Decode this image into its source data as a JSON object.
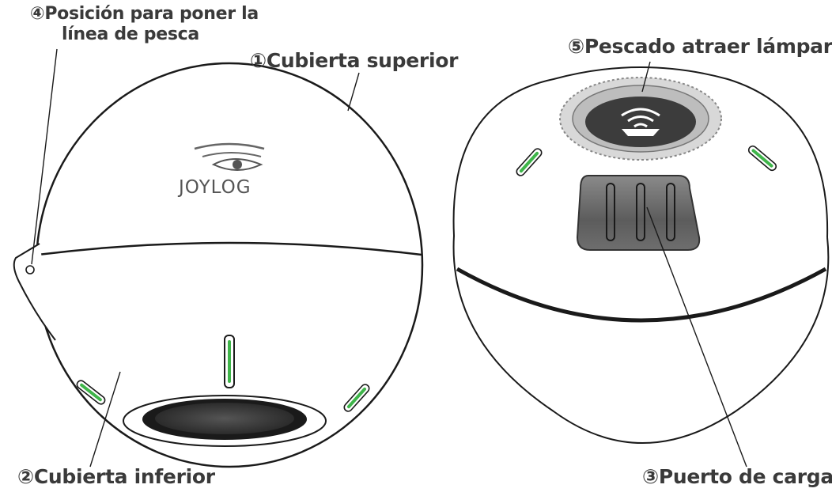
{
  "labels": {
    "fishing_line_line1": "④Posición para poner la",
    "fishing_line_line2": "línea de pesca",
    "top_cover": "①Cubierta superior",
    "bottom_cover": "②Cubierta inferior",
    "charging_port": "③Puerto de carga",
    "fish_lamp": "⑤Pescado atraer lámpara"
  },
  "brand": "JOYLOG",
  "colors": {
    "outline": "#1a1a1a",
    "accent_green": "#3fb54a",
    "text": "#3a3a3a"
  },
  "icons": [
    "eye-logo-icon",
    "wifi-signal-icon"
  ]
}
